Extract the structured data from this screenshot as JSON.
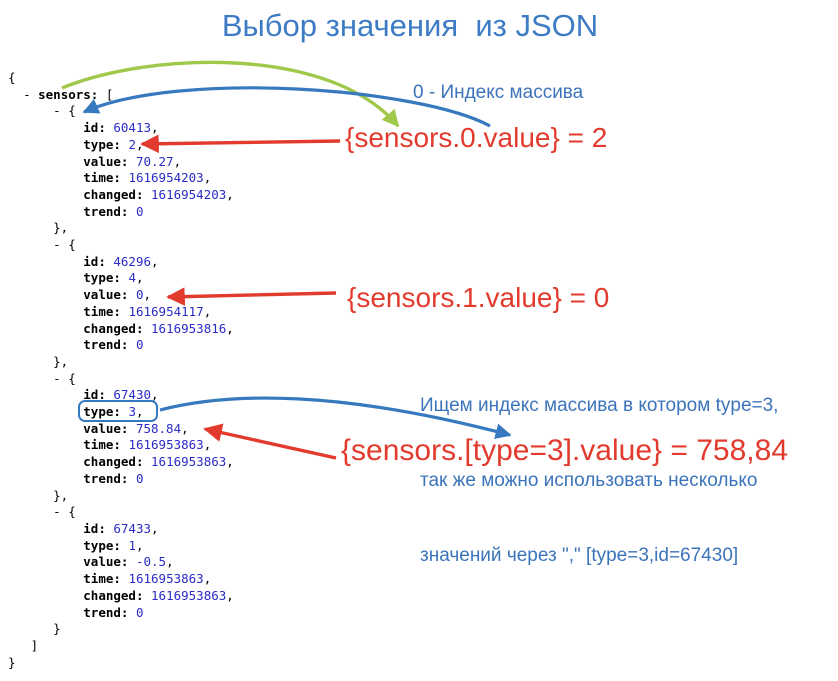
{
  "title": "Выбор значения  из JSON",
  "colors": {
    "title_blue": "#3d7cc4",
    "blue_note": "#3b74bb",
    "red": "#e23b2e",
    "green_arrow": "#a0c84b",
    "blue_arrow": "#3779be",
    "json_key": "#000000",
    "json_punct": "#000000",
    "json_value": "#2b2bc9"
  },
  "annotations": {
    "index_note": "0 - Индекс массива",
    "expr_0": "{sensors.0.value} = 2",
    "expr_1": "{sensors.1.value} = 0",
    "expr_type3": "{sensors.[type=3].value} = 758,84",
    "search_note_lines": [
      "Ищем индекс массива в котором type=3,",
      "так же можно использовать несколько",
      "значений через \",\" [type=3,id=67430]"
    ]
  },
  "json_tree": {
    "lines": [
      {
        "ind": 0,
        "seg": [
          [
            "p",
            "{"
          ]
        ]
      },
      {
        "ind": 2,
        "seg": [
          [
            "p",
            "- "
          ],
          [
            "k",
            "sensors:"
          ],
          [
            "p",
            " ["
          ]
        ]
      },
      {
        "ind": 6,
        "seg": [
          [
            "p",
            "- {"
          ]
        ]
      },
      {
        "ind": 10,
        "seg": [
          [
            "k",
            "id:"
          ],
          [
            "p",
            " "
          ],
          [
            "v",
            "60413"
          ],
          [
            "p",
            ","
          ]
        ]
      },
      {
        "ind": 10,
        "seg": [
          [
            "k",
            "type:"
          ],
          [
            "p",
            " "
          ],
          [
            "v",
            "2"
          ],
          [
            "p",
            ","
          ]
        ]
      },
      {
        "ind": 10,
        "seg": [
          [
            "k",
            "value:"
          ],
          [
            "p",
            " "
          ],
          [
            "v",
            "70.27"
          ],
          [
            "p",
            ","
          ]
        ]
      },
      {
        "ind": 10,
        "seg": [
          [
            "k",
            "time:"
          ],
          [
            "p",
            " "
          ],
          [
            "v",
            "1616954203"
          ],
          [
            "p",
            ","
          ]
        ]
      },
      {
        "ind": 10,
        "seg": [
          [
            "k",
            "changed:"
          ],
          [
            "p",
            " "
          ],
          [
            "v",
            "1616954203"
          ],
          [
            "p",
            ","
          ]
        ]
      },
      {
        "ind": 10,
        "seg": [
          [
            "k",
            "trend:"
          ],
          [
            "p",
            " "
          ],
          [
            "v",
            "0"
          ]
        ]
      },
      {
        "ind": 6,
        "seg": [
          [
            "p",
            "},"
          ]
        ]
      },
      {
        "ind": 6,
        "seg": [
          [
            "p",
            "- {"
          ]
        ]
      },
      {
        "ind": 10,
        "seg": [
          [
            "k",
            "id:"
          ],
          [
            "p",
            " "
          ],
          [
            "v",
            "46296"
          ],
          [
            "p",
            ","
          ]
        ]
      },
      {
        "ind": 10,
        "seg": [
          [
            "k",
            "type:"
          ],
          [
            "p",
            " "
          ],
          [
            "v",
            "4"
          ],
          [
            "p",
            ","
          ]
        ]
      },
      {
        "ind": 10,
        "seg": [
          [
            "k",
            "value:"
          ],
          [
            "p",
            " "
          ],
          [
            "v",
            "0"
          ],
          [
            "p",
            ","
          ]
        ]
      },
      {
        "ind": 10,
        "seg": [
          [
            "k",
            "time:"
          ],
          [
            "p",
            " "
          ],
          [
            "v",
            "1616954117"
          ],
          [
            "p",
            ","
          ]
        ]
      },
      {
        "ind": 10,
        "seg": [
          [
            "k",
            "changed:"
          ],
          [
            "p",
            " "
          ],
          [
            "v",
            "1616953816"
          ],
          [
            "p",
            ","
          ]
        ]
      },
      {
        "ind": 10,
        "seg": [
          [
            "k",
            "trend:"
          ],
          [
            "p",
            " "
          ],
          [
            "v",
            "0"
          ]
        ]
      },
      {
        "ind": 6,
        "seg": [
          [
            "p",
            "},"
          ]
        ]
      },
      {
        "ind": 6,
        "seg": [
          [
            "p",
            "- {"
          ]
        ]
      },
      {
        "ind": 10,
        "seg": [
          [
            "k",
            "id:"
          ],
          [
            "p",
            " "
          ],
          [
            "v",
            "67430"
          ],
          [
            "p",
            ","
          ]
        ]
      },
      {
        "ind": 10,
        "seg": [
          [
            "k",
            "type:"
          ],
          [
            "p",
            " "
          ],
          [
            "v",
            "3"
          ],
          [
            "p",
            ","
          ]
        ]
      },
      {
        "ind": 10,
        "seg": [
          [
            "k",
            "value:"
          ],
          [
            "p",
            " "
          ],
          [
            "v",
            "758.84"
          ],
          [
            "p",
            ","
          ]
        ]
      },
      {
        "ind": 10,
        "seg": [
          [
            "k",
            "time:"
          ],
          [
            "p",
            " "
          ],
          [
            "v",
            "1616953863"
          ],
          [
            "p",
            ","
          ]
        ]
      },
      {
        "ind": 10,
        "seg": [
          [
            "k",
            "changed:"
          ],
          [
            "p",
            " "
          ],
          [
            "v",
            "1616953863"
          ],
          [
            "p",
            ","
          ]
        ]
      },
      {
        "ind": 10,
        "seg": [
          [
            "k",
            "trend:"
          ],
          [
            "p",
            " "
          ],
          [
            "v",
            "0"
          ]
        ]
      },
      {
        "ind": 6,
        "seg": [
          [
            "p",
            "},"
          ]
        ]
      },
      {
        "ind": 6,
        "seg": [
          [
            "p",
            "- {"
          ]
        ]
      },
      {
        "ind": 10,
        "seg": [
          [
            "k",
            "id:"
          ],
          [
            "p",
            " "
          ],
          [
            "v",
            "67433"
          ],
          [
            "p",
            ","
          ]
        ]
      },
      {
        "ind": 10,
        "seg": [
          [
            "k",
            "type:"
          ],
          [
            "p",
            " "
          ],
          [
            "v",
            "1"
          ],
          [
            "p",
            ","
          ]
        ]
      },
      {
        "ind": 10,
        "seg": [
          [
            "k",
            "value:"
          ],
          [
            "p",
            " "
          ],
          [
            "v",
            "-0.5"
          ],
          [
            "p",
            ","
          ]
        ]
      },
      {
        "ind": 10,
        "seg": [
          [
            "k",
            "time:"
          ],
          [
            "p",
            " "
          ],
          [
            "v",
            "1616953863"
          ],
          [
            "p",
            ","
          ]
        ]
      },
      {
        "ind": 10,
        "seg": [
          [
            "k",
            "changed:"
          ],
          [
            "p",
            " "
          ],
          [
            "v",
            "1616953863"
          ],
          [
            "p",
            ","
          ]
        ]
      },
      {
        "ind": 10,
        "seg": [
          [
            "k",
            "trend:"
          ],
          [
            "p",
            " "
          ],
          [
            "v",
            "0"
          ]
        ]
      },
      {
        "ind": 6,
        "seg": [
          [
            "p",
            "}"
          ]
        ]
      },
      {
        "ind": 3,
        "seg": [
          [
            "p",
            "]"
          ]
        ]
      },
      {
        "ind": 0,
        "seg": [
          [
            "p",
            "}"
          ]
        ]
      }
    ]
  }
}
